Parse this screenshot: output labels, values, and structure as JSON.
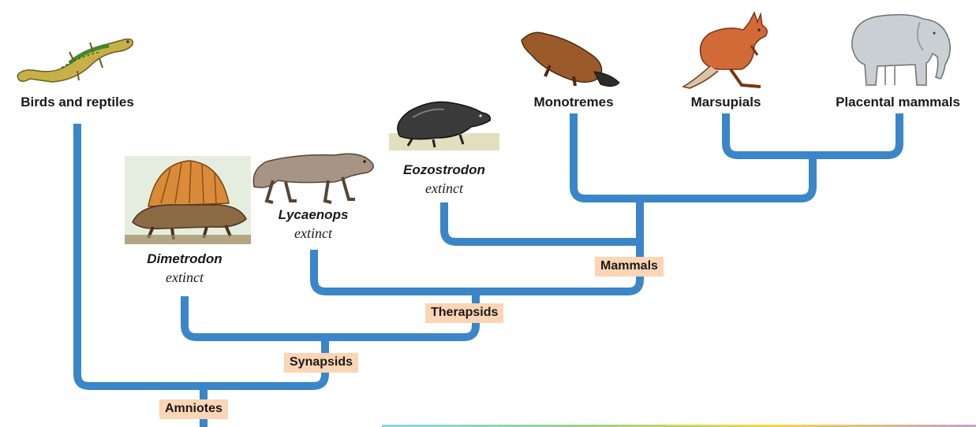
{
  "taxa": {
    "birds_reptiles": "Birds and reptiles",
    "monotremes": "Monotremes",
    "marsupials": "Marsupials",
    "placental": "Placental mammals",
    "eozostrodon": "Eozostrodon",
    "lycaenops": "Lycaenops",
    "dimetrodon": "Dimetrodon",
    "extinct": "extinct"
  },
  "clades": {
    "mammals": "Mammals",
    "therapsids": "Therapsids",
    "synapsids": "Synapsids",
    "amniotes": "Amniotes"
  },
  "colors": {
    "branch": "#3a86c8",
    "clade_label_bg": "#fbd5b5"
  },
  "icons": [
    "lizard-illustration",
    "dimetrodon-illustration",
    "lycaenops-illustration",
    "eozostrodon-illustration",
    "platypus-illustration",
    "kangaroo-illustration",
    "elephant-illustration"
  ]
}
